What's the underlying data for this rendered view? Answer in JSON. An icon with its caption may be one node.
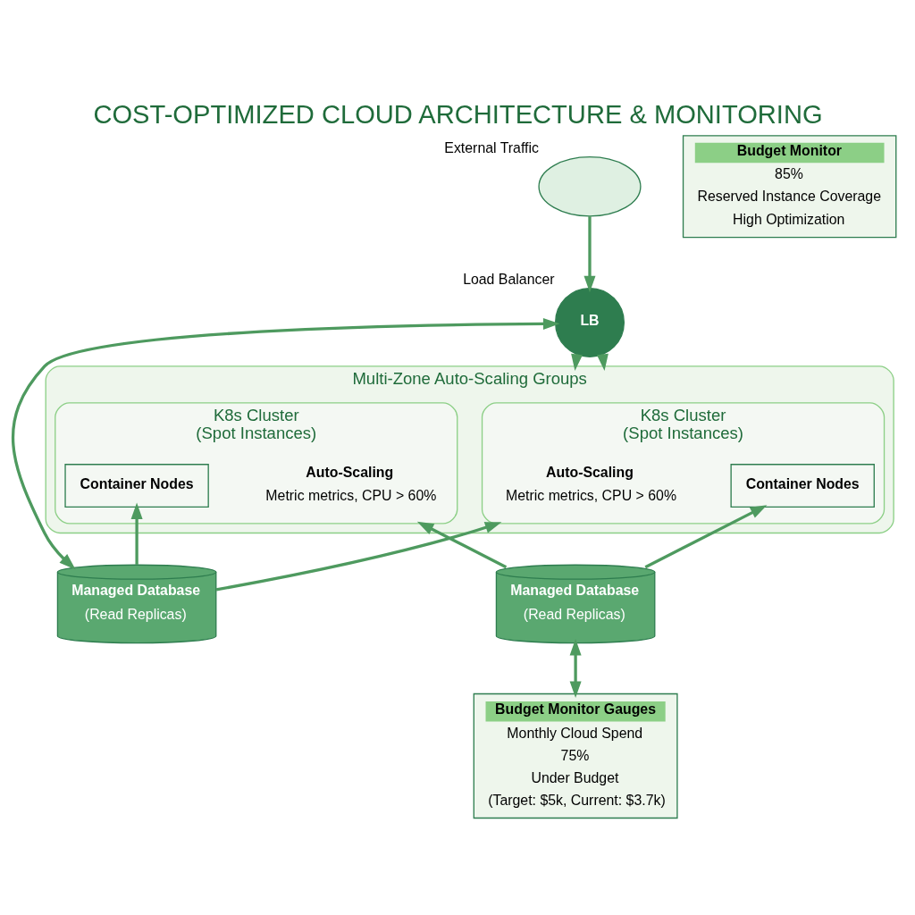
{
  "diagram": {
    "title": "COST-OPTIMIZED CLOUD ARCHITECTURE & MONITORING",
    "nodes": [
      {
        "text": [],
        "shape": "cloud",
        "beside": [
          "External Traffic"
        ]
      },
      {
        "text": [
          "LB"
        ],
        "beside": [
          "Load Balancer"
        ]
      },
      {
        "text": [
          "Multi-Zone Auto-Scaling Groups"
        ]
      },
      {
        "text": [
          "K8s Cluster",
          "(Spot Instances)"
        ],
        "in": 2
      },
      {
        "text": [
          "Auto-Scaling",
          "Metric metrics, CPU > 60%"
        ],
        "in": 3
      },
      {
        "text": [
          "Container Nodes"
        ],
        "in": 3
      },
      {
        "text": [
          "K8s Cluster",
          "(Spot Instances)"
        ],
        "in": 2
      },
      {
        "text": [
          "Auto-Scaling",
          "Metric metrics, CPU > 60%"
        ],
        "in": 6
      },
      {
        "text": [
          "Container Nodes"
        ],
        "in": 6
      },
      {
        "text": [
          "Managed Database",
          "(Read Replicas)"
        ]
      },
      {
        "text": [
          "Managed Database",
          "(Read Replicas)"
        ]
      },
      {
        "text": [
          "Budget Monitor Gauges",
          "Monthly Cloud Spend",
          "75%",
          "Under Budget",
          "(Target: $5k, Current: $3.7k)"
        ]
      },
      {
        "text": [
          "Budget Monitor",
          "85%",
          "Reserved Instance Coverage",
          "High Optimization"
        ]
      }
    ],
    "edges": [
      {
        "from": 0,
        "to": 1,
        "arrow": "to"
      },
      {
        "from": 1,
        "to": 2,
        "arrow": "to"
      },
      {
        "from": 1,
        "to": 2,
        "arrow": "to"
      },
      {
        "from": 9,
        "to": 1,
        "arrow": "both"
      },
      {
        "from": 9,
        "to": 3,
        "arrow": "to"
      },
      {
        "from": 9,
        "to": 8,
        "arrow": "to"
      },
      {
        "from": 10,
        "to": 5,
        "arrow": "to"
      },
      {
        "from": 10,
        "to": 6,
        "arrow": "to"
      },
      {
        "from": 10,
        "to": 11,
        "arrow": "both"
      }
    ]
  }
}
